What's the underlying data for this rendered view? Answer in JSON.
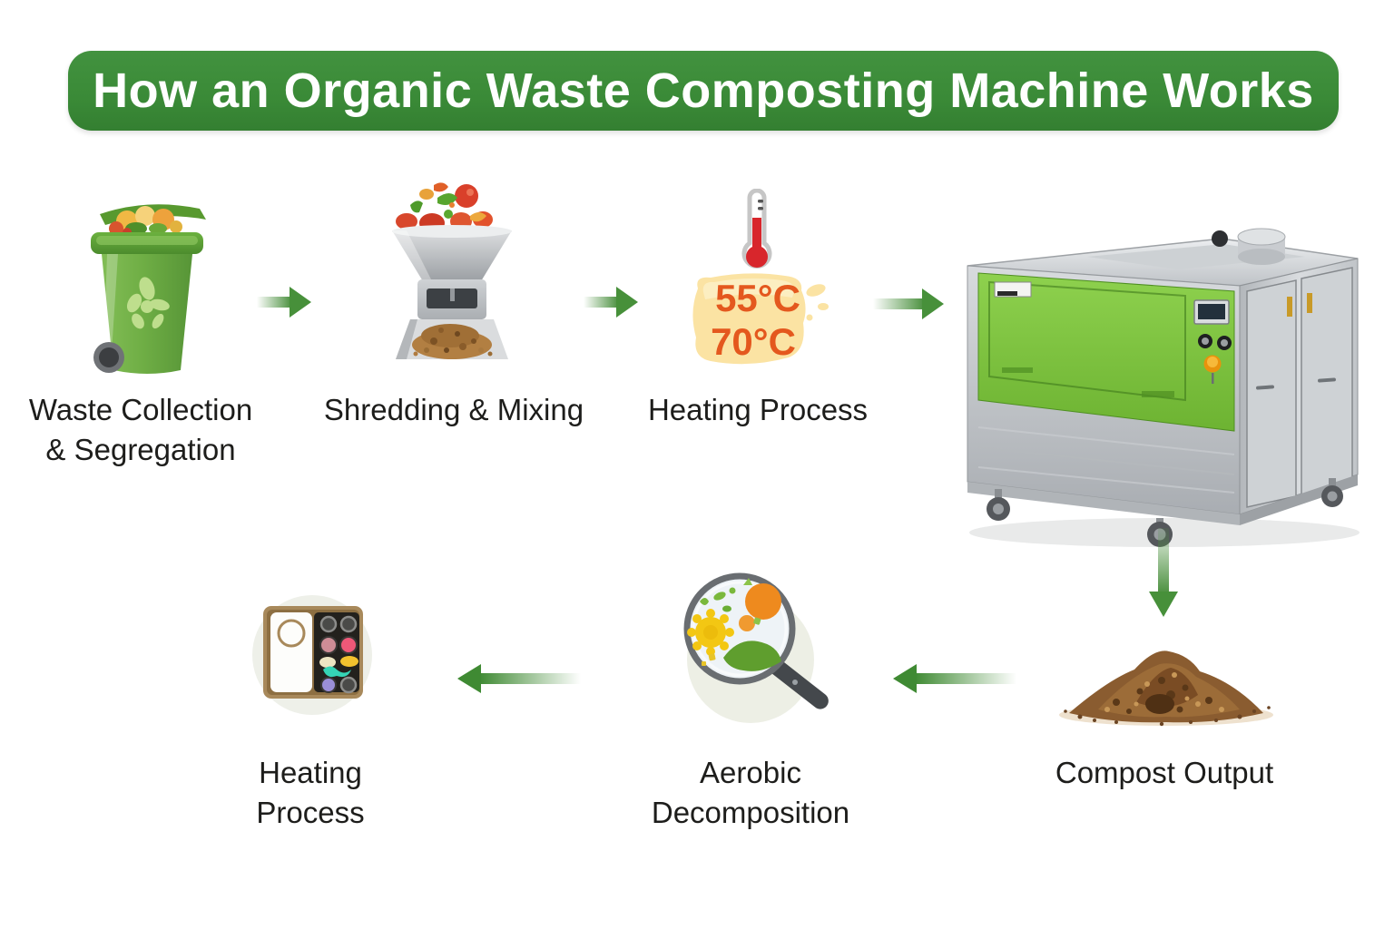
{
  "title": "How an Organic Waste Composting Machine Works",
  "theme": {
    "banner_green": "#3a8a37",
    "arrow_green": "#4c9140",
    "label_color": "#1d1d1b",
    "temp_text_color": "#e4581e",
    "temp_blob_color": "#fbe3a3",
    "machine_panel_green": "#7cc142",
    "stainless_gray": "#c6c9cc"
  },
  "steps": {
    "waste_collection": {
      "label": "Waste Collection\n& Segregation",
      "icon": "waste-bin-icon"
    },
    "shredding": {
      "label": "Shredding & Mixing",
      "icon": "shredder-icon"
    },
    "heating_top": {
      "label": "Heating Process",
      "icon": "thermometer-icon",
      "temp_min": "55°C",
      "temp_max": "70°C"
    },
    "machine": {
      "icon": "composting-machine-image"
    },
    "compost_output": {
      "label": "Compost Output",
      "icon": "compost-pile-icon"
    },
    "aerobic": {
      "label": "Aerobic\nDecomposition",
      "icon": "magnifier-microbes-icon"
    },
    "heating_bottom": {
      "label": "Heating\nProcess",
      "icon": "control-panel-icon"
    }
  },
  "arrows": [
    "arrow-right-1",
    "arrow-right-2",
    "arrow-right-3",
    "arrow-down-machine-to-compost",
    "arrow-left-compost-to-aerobic",
    "arrow-left-aerobic-to-heating"
  ]
}
